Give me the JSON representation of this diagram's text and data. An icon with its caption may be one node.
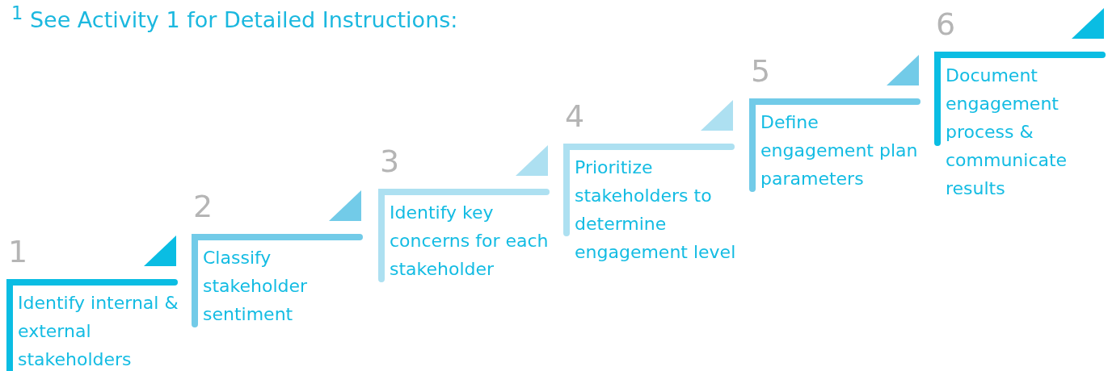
{
  "diagram": {
    "title": "$^{1}$ See Activity 1 for Detailed Instructions:",
    "nodes": [
      {
        "text": [
          "1",
          "Identify internal & external stakeholders"
        ]
      },
      {
        "text": [
          "2",
          "Classify stakeholder sentiment"
        ]
      },
      {
        "text": [
          "3",
          "Identify key concerns for each stakeholder"
        ]
      },
      {
        "text": [
          "4",
          "Prioritize stakeholders to determine engagement level"
        ]
      },
      {
        "text": [
          "5",
          "Define engagement plan parameters"
        ]
      },
      {
        "text": [
          "6",
          "Document engagement process & communicate results"
        ]
      }
    ],
    "edges": []
  }
}
